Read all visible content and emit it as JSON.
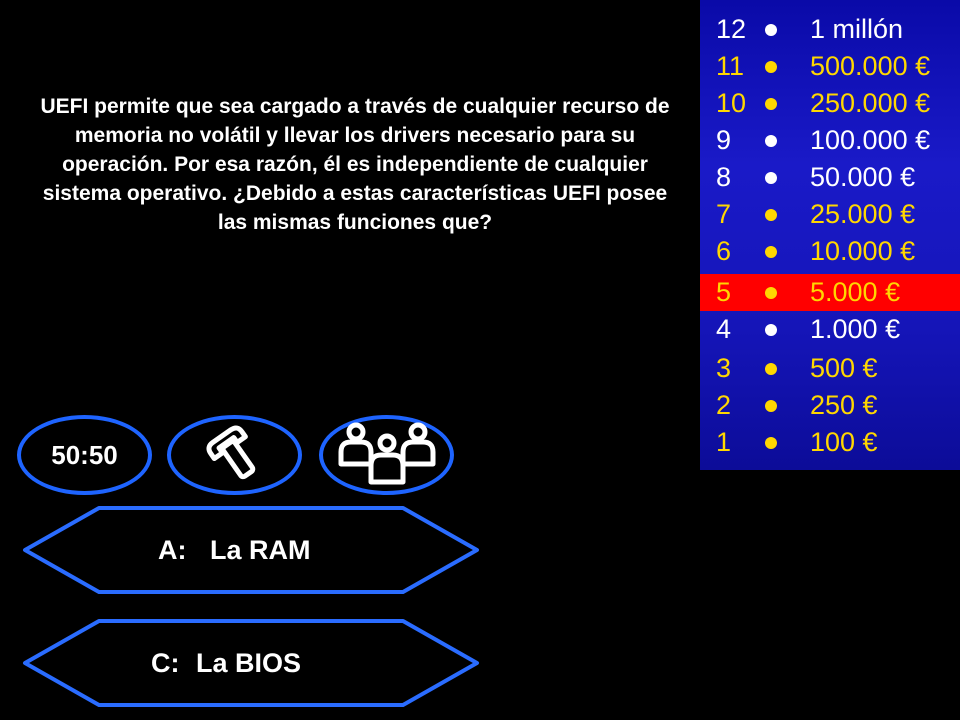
{
  "question": {
    "text": "UEFI permite que sea cargado a través de cualquier recurso de memoria no volátil y llevar los drivers necesario para su operación. Por esa razón, él es independiente de cualquier sistema operativo. ¿Debido a estas características UEFI posee las mismas funciones que?"
  },
  "ladder": {
    "current_level": "5",
    "rows": [
      {
        "level": "12",
        "amount": "1 millón",
        "color": "#ffffff"
      },
      {
        "level": "11",
        "amount": "500.000 €",
        "color": "#ffd700"
      },
      {
        "level": "10",
        "amount": "250.000 €",
        "color": "#ffd700"
      },
      {
        "level": "9",
        "amount": "100.000 €",
        "color": "#ffffff"
      },
      {
        "level": "8",
        "amount": "50.000 €",
        "color": "#ffffff"
      },
      {
        "level": "7",
        "amount": "25.000 €",
        "color": "#ffd700"
      },
      {
        "level": "6",
        "amount": "10.000 €",
        "color": "#ffd700"
      },
      {
        "level": "5",
        "amount": "5.000 €",
        "color": "#ffd700"
      },
      {
        "level": "4",
        "amount": "1.000 €",
        "color": "#ffffff"
      },
      {
        "level": "3",
        "amount": "500 €",
        "color": "#ffd700"
      },
      {
        "level": "2",
        "amount": "250 €",
        "color": "#ffd700"
      },
      {
        "level": "1",
        "amount": "100 €",
        "color": "#ffd700"
      }
    ]
  },
  "lifelines": {
    "fifty_fifty_label": "50:50",
    "phone_icon": "phone-icon",
    "audience_icon": "audience-icon",
    "ring_color": "#1e64ff"
  },
  "answers": {
    "a": {
      "letter": "A:",
      "text": "La RAM"
    },
    "c": {
      "letter": "C:",
      "text": "La BIOS"
    },
    "border_color": "#2a6cff"
  }
}
